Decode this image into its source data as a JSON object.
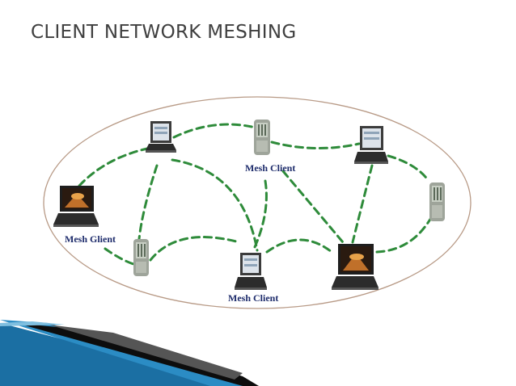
{
  "slide": {
    "title": "CLIENT NETWORK MESHING"
  },
  "diagram": {
    "nodes": [
      {
        "id": "laptop-top-left",
        "device": "laptop",
        "label": ""
      },
      {
        "id": "pda-top-center",
        "device": "pda",
        "label": "Mesh Client"
      },
      {
        "id": "laptop-top-right",
        "device": "laptop",
        "label": ""
      },
      {
        "id": "laptop-left",
        "device": "laptop-screen-image",
        "label": "Mesh Glient"
      },
      {
        "id": "pda-right",
        "device": "pda",
        "label": ""
      },
      {
        "id": "pda-bottom-left",
        "device": "pda",
        "label": ""
      },
      {
        "id": "laptop-bottom-center",
        "device": "laptop",
        "label": "Mesh Client"
      },
      {
        "id": "laptop-bottom-right",
        "device": "laptop-screen-image",
        "label": ""
      }
    ],
    "link_style": "dashed-green",
    "colors": {
      "link": "#2e8b3a",
      "ellipse": "#b89a86",
      "label": "#1d2b6b",
      "accent_blue": "#1b6fa3"
    }
  }
}
